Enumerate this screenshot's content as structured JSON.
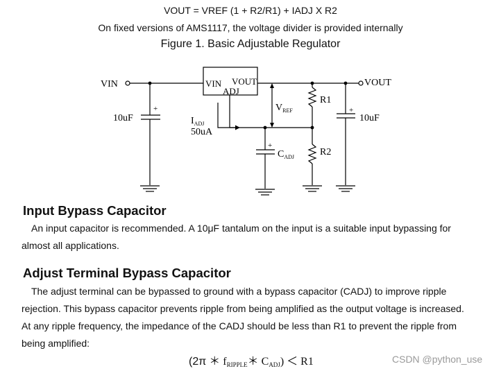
{
  "header": {
    "formula": "VOUT = VREF (1 + R2/R1) + IADJ X R2",
    "note": "On fixed versions of AMS1117, the voltage divider is provided internally",
    "figure_caption": "Figure 1. Basic Adjustable Regulator"
  },
  "diagram": {
    "vin": "VIN",
    "vout": "VOUT",
    "ic_vin": "VIN",
    "ic_vout": "VOUT",
    "ic_adj": "ADJ",
    "cap_in": "10uF",
    "cap_out": "10uF",
    "iadj_main": "I",
    "iadj_sub": "ADJ",
    "iadj_value": "50uA",
    "vref_main": "V",
    "vref_sub": "REF",
    "cadj_main": "C",
    "cadj_sub": "ADJ",
    "r1": "R1",
    "r2": "R2",
    "plus": "+"
  },
  "sections": [
    {
      "heading": "Input Bypass Capacitor",
      "lines": [
        "An input capacitor is recommended. A 10μF tantalum on the input is a suitable input bypassing for",
        "almost all applications."
      ]
    },
    {
      "heading": "Adjust Terminal Bypass Capacitor",
      "lines": [
        "The adjust terminal can be bypassed to ground with a bypass capacitor (CADJ) to improve ripple",
        "rejection. This bypass capacitor prevents ripple from being amplified as the output voltage is increased.",
        "At any ripple frequency, the impedance of the CADJ should be less than R1 to prevent the ripple from",
        "being amplified:"
      ]
    }
  ],
  "equation": {
    "open": "(2π",
    "star1": " ＊ ",
    "f": "f",
    "f_sub": "RIPPLE",
    "star2": "＊ ",
    "c": "C",
    "c_sub": "ADJ",
    "close": ") ＜ R1"
  },
  "watermark": "CSDN @python_use"
}
